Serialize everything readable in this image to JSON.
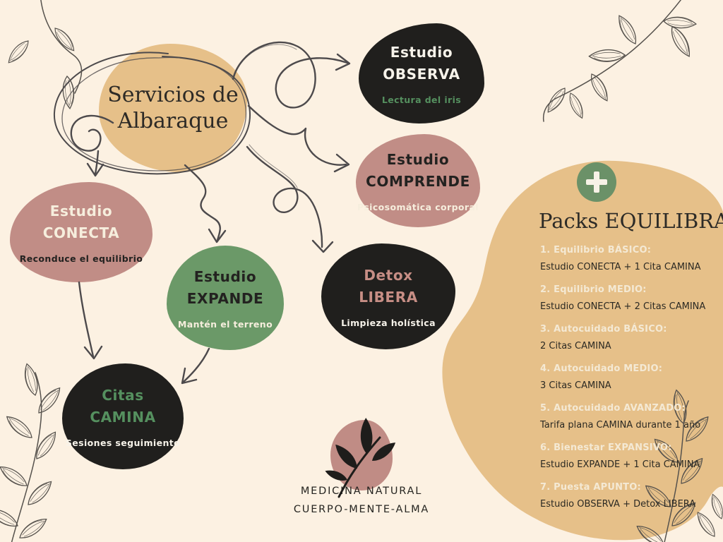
{
  "title": {
    "line1": "Servicios de",
    "line2": "Albaraque"
  },
  "nodes": {
    "observa": {
      "line1": "Estudio",
      "line2": "OBSERVA",
      "subtitle": "Lectura del iris"
    },
    "comprende": {
      "line1": "Estudio",
      "line2": "COMPRENDE",
      "subtitle": "Psicosomática corporal"
    },
    "conecta": {
      "line1": "Estudio",
      "line2": "CONECTA",
      "subtitle": "Reconduce el equilibrio"
    },
    "expande": {
      "line1": "Estudio",
      "line2": "EXPANDE",
      "subtitle": "Mantén el terreno"
    },
    "libera": {
      "line1": "Detox",
      "line2": "LIBERA",
      "subtitle": "Limpieza holística"
    },
    "camina": {
      "line1": "Citas",
      "line2": "CAMINA",
      "subtitle": "Sesiones seguimiento"
    }
  },
  "packs": {
    "title": "Packs EQUILIBRA",
    "items": [
      {
        "label": "1. Equilibrio BÁSICO:",
        "desc": "Estudio CONECTA + 1 Cita CAMINA"
      },
      {
        "label": "2. Equilibrio MEDIO:",
        "desc": "Estudio CONECTA + 2 Citas CAMINA"
      },
      {
        "label": "3. Autocuidado BÁSICO:",
        "desc": "2 Citas CAMINA"
      },
      {
        "label": "4. Autocuidado MEDIO:",
        "desc": "3 Citas CAMINA"
      },
      {
        "label": "5. Autocuidado AVANZADO:",
        "desc": "Tarifa plana CAMINA durante 1 año"
      },
      {
        "label": "6. Bienestar EXPANSIVO:",
        "desc": "Estudio EXPANDE + 1 Cita CAMINA"
      },
      {
        "label": "7. Puesta APUNTO:",
        "desc": "Estudio OBSERVA + Detox LIBERA"
      }
    ]
  },
  "footer": {
    "line1": "MEDICINA NATURAL",
    "line2": "CUERPO-MENTE-ALMA"
  },
  "icons": {
    "plus": "plus-icon",
    "branch": "leaf-branch-icon",
    "logo_leaf": "leaf-logo-icon"
  },
  "colors": {
    "background": "#fcf1e2",
    "tan": "#e6c089",
    "pink": "#c18d86",
    "green": "#6b9968",
    "black": "#201f1d",
    "cream_text": "#f6eedd",
    "dark_text": "#232220",
    "green_text": "#55905f",
    "pink_text": "#c78e85",
    "plus_badge": "#6b9168",
    "line": "#4d4a4c"
  }
}
